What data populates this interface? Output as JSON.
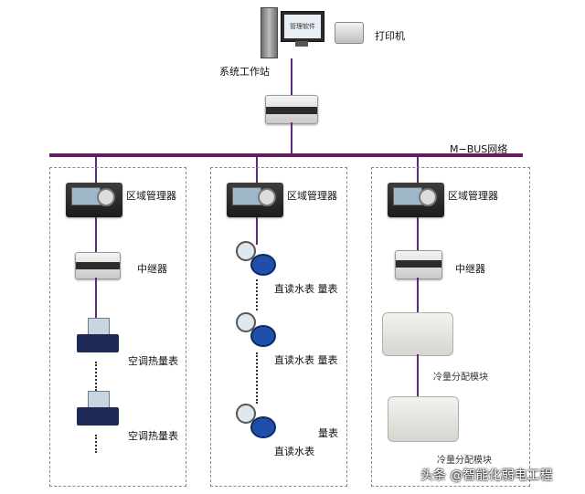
{
  "top": {
    "workstation_label": "系统工作站",
    "printer_label": "打印机",
    "screen_text": "管理软件"
  },
  "bus": {
    "label": "M−BUS网络"
  },
  "columns": [
    {
      "zone_label": "区域管理器",
      "repeater_label": "中继器",
      "meter_labels": [
        "空调热量表",
        "空调热量表"
      ]
    },
    {
      "zone_label": "区域管理器",
      "meter_labels": [
        "直读水表 量表",
        "直读水表 量表"
      ],
      "last_top_label": "量表",
      "last_bottom_label": "直读水表"
    },
    {
      "zone_label": "区域管理器",
      "repeater_label": "中继器",
      "module_labels": [
        "冷量分配模块",
        "冷量分配模块"
      ]
    }
  ],
  "watermark": "头条 @智能化弱电工程",
  "colors": {
    "bus": "#6b1a5e",
    "line": "#5a2b7a"
  }
}
